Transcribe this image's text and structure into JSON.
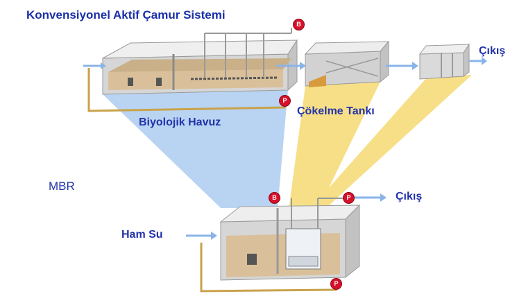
{
  "labels": {
    "title": "Konvensiyonel Aktif Çamur Sistemi",
    "biological_basin": "Biyolojik Havuz",
    "settling_tank": "Çökelme Tankı",
    "outlet_top": "Çıkış",
    "mbr": "MBR",
    "raw_water": "Ham Su",
    "outlet_bottom": "Çıkış"
  },
  "markers": {
    "blower": "B",
    "pump": "P"
  },
  "colors": {
    "title_text": "#1a2fa8",
    "label_text": "#2233aa",
    "blue_projection": "#b9d4f2",
    "yellow_projection": "#f6df86",
    "pipe": "#c9a24a",
    "flow_arrow": "#8ab4e8",
    "tank_wall": "#e4e4e4",
    "sludge": "#c8ad83",
    "marker": "#d8102a"
  }
}
